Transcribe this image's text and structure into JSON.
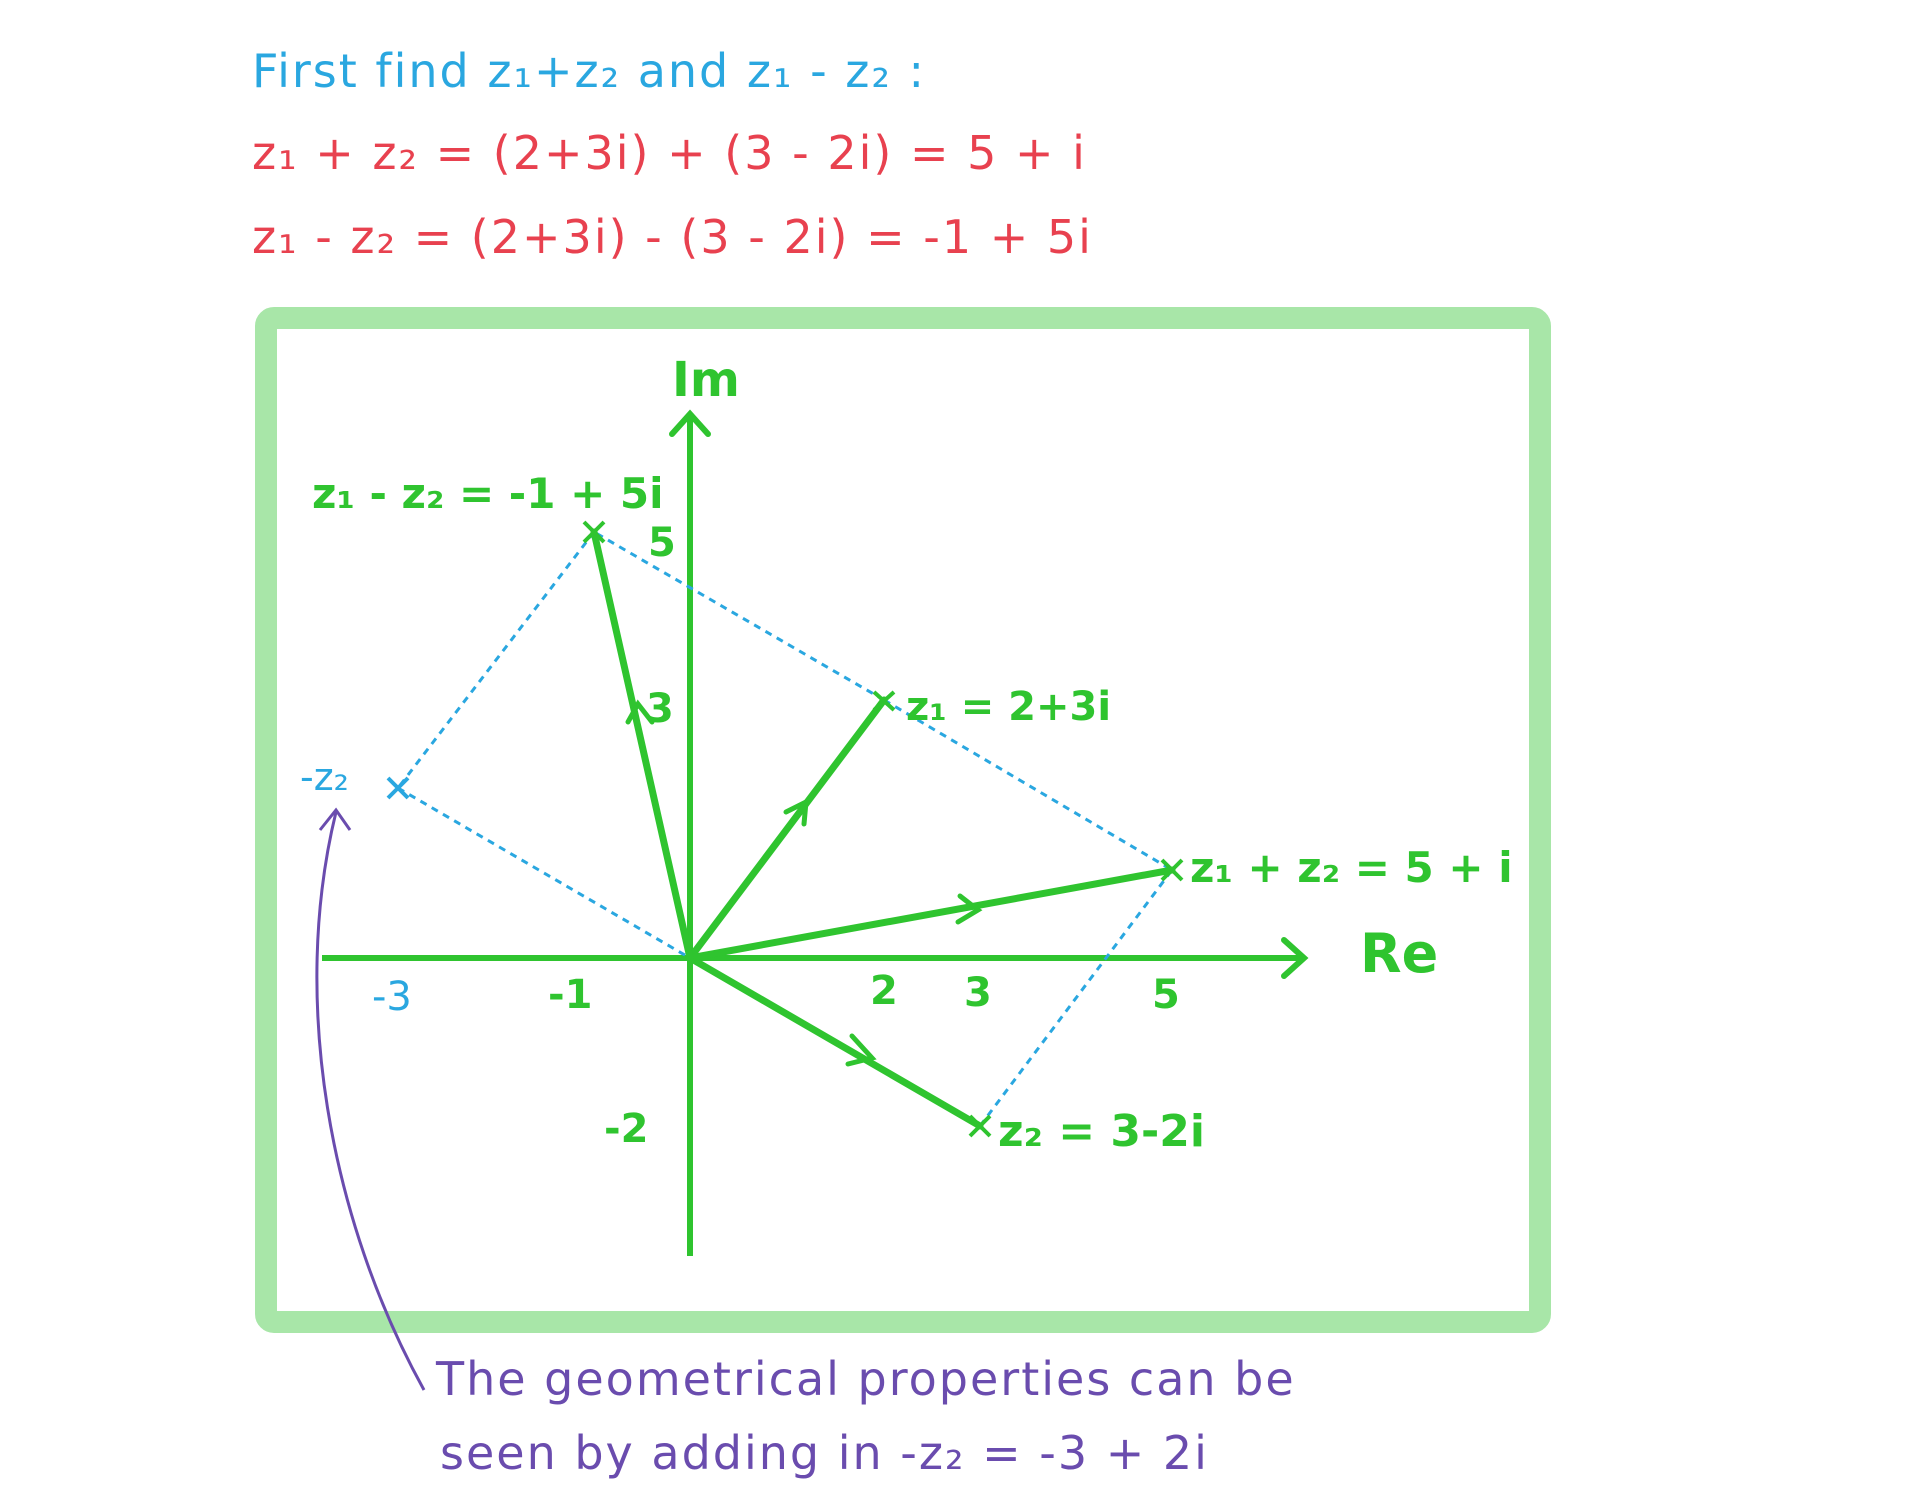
{
  "notes": {
    "intro": "First find z₁+z₂ and z₁ - z₂ :",
    "sum_eq": "z₁ + z₂ = (2+3i) + (3 - 2i) = 5 + i",
    "diff_eq": "z₁ - z₂ = (2+3i) - (3 - 2i) = -1 + 5i",
    "footnote_line1": "The geometrical properties can be",
    "footnote_line2": "seen by adding in -z₂ = -3 + 2i"
  },
  "axes": {
    "real_label": "Re",
    "imag_label": "Im",
    "tick_labels": {
      "re_neg3": "-3",
      "re_neg1": "-1",
      "re_2": "2",
      "re_3": "3",
      "re_5": "5",
      "im_5": "5",
      "im_3": "3",
      "im_neg2": "-2"
    }
  },
  "points": {
    "z1": "z₁ = 2+3i",
    "z2": "z₂ = 3-2i",
    "sum": "z₁ + z₂ = 5 + i",
    "diff": "z₁ - z₂ = -1 + 5i",
    "neg_z2": "-z₂"
  },
  "colors": {
    "frame": "#a8e6a8",
    "vectors": "#2fc42f",
    "dashed": "#2aa7e0",
    "equations": "#e8414f",
    "intro": "#2aa7e0",
    "footnote": "#6a4cae"
  }
}
